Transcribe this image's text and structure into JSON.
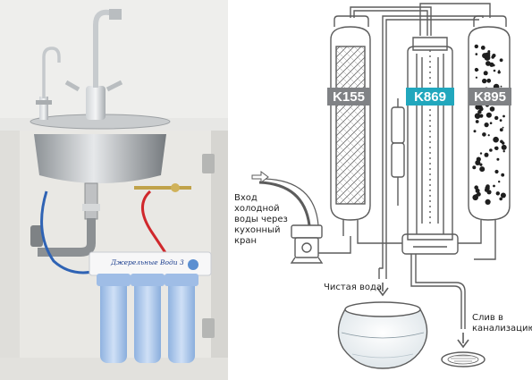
{
  "photo": {
    "brand_label": "Джерельные Води 3"
  },
  "diagram": {
    "filters": [
      {
        "label": "K155",
        "tag_color": "#808285"
      },
      {
        "label": "K869",
        "tag_color": "#21a7bd"
      },
      {
        "label": "K895",
        "tag_color": "#808285"
      }
    ],
    "inlet_label": [
      "Вход",
      "холодной",
      "воды через",
      "кухонный",
      "кран"
    ],
    "clean_water_label": "Чистая вода",
    "drain_label": [
      "Слив в",
      "канализацию"
    ]
  },
  "colors": {
    "line": "#5c5c5c",
    "accent": "#21a7bd",
    "tag_gray": "#808285",
    "hose_red": "#d0282c",
    "hose_blue": "#2f63b4",
    "housing_blue": "#a9c6ea"
  }
}
